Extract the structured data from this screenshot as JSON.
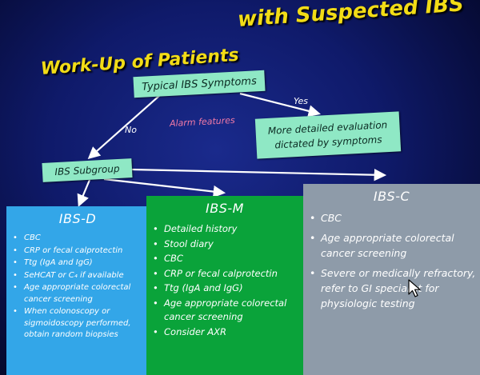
{
  "slide": {
    "title_line1": "with Suspected IBS",
    "title_line2": "Work-Up of Patients",
    "nodes": {
      "typical": "Typical IBS Symptoms",
      "detailed_line1": "More detailed evaluation",
      "detailed_line2": "dictated by symptoms",
      "subgroup": "IBS Subgroup"
    },
    "edge_labels": {
      "no": "No",
      "yes": "Yes",
      "alarm": "Alarm features"
    },
    "columns": [
      {
        "heading": "IBS-D",
        "color": "#33a6e8",
        "items": [
          "CBC",
          "CRP or fecal calprotectin",
          "Ttg (IgA and IgG)",
          "SeHCAT or C₄ if available",
          "Age appropriate colorectal cancer screening",
          "When colonoscopy or sigmoidoscopy performed, obtain random biopsies"
        ]
      },
      {
        "heading": "IBS-M",
        "color": "#0aa33a",
        "items": [
          "Detailed history",
          "Stool diary",
          "CBC",
          "CRP or fecal calprotectin",
          "Ttg (IgA and IgG)",
          "Age appropriate colorectal cancer screening",
          "Consider AXR"
        ]
      },
      {
        "heading": "IBS-C",
        "color": "#8e9ba9",
        "items": [
          "CBC",
          "Age appropriate colorectal cancer screening",
          "Severe or medically refractory, refer to GI specialist for physiologic testing"
        ]
      }
    ],
    "colors": {
      "title": "#f2dc16",
      "node": "#8fe8c5",
      "alarm": "#f27aa6",
      "background": "#0f1a6a"
    },
    "cursor_icon": "mouse-pointer-icon"
  }
}
